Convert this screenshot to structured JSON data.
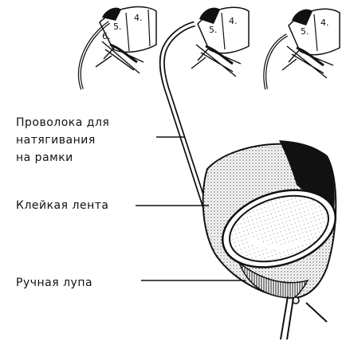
{
  "labels": {
    "wire": [
      "Проволока для",
      "натягивания",
      "на рамки"
    ],
    "tape": "Клейкая лента",
    "lens": "Ручная лупа"
  },
  "frame_numbers": {
    "left": [
      "6.",
      "5.",
      "4."
    ],
    "middle": [
      "5.",
      "4."
    ],
    "right": [
      "5.",
      "4."
    ]
  }
}
